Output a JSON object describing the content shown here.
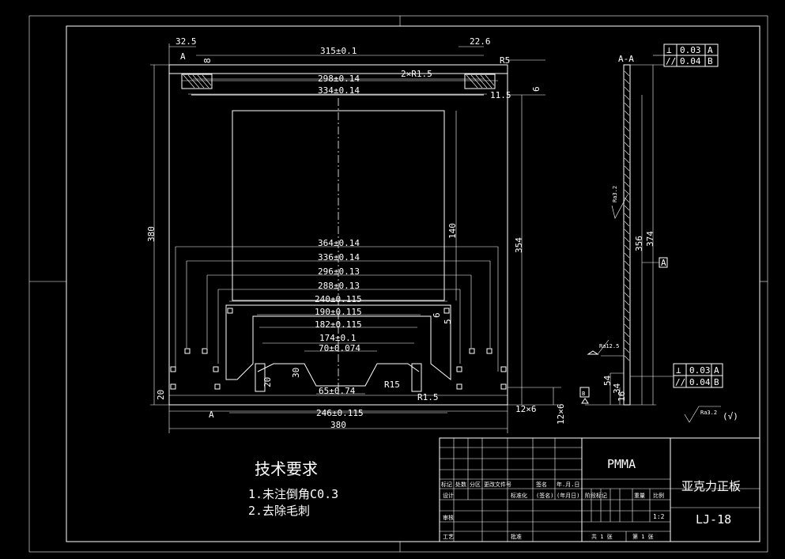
{
  "drawing": {
    "section_label": "A-A",
    "view_markers": {
      "a_top": "A",
      "a_bottom": "A",
      "datum_b": "B"
    },
    "top_dims": {
      "d1": "32.5",
      "d2": "315±0.1",
      "d3": "22.6",
      "d4": "8",
      "d5": "R5",
      "d6": "298±0.14",
      "d7": "2×R1.5",
      "d8": "334±0.14",
      "d9": "11.5",
      "d10": "6"
    },
    "vert_dims": {
      "h380": "380",
      "h140": "140",
      "h354": "354",
      "h20": "20",
      "h6": "6",
      "h5": "5",
      "h20b": "20",
      "h30": "30"
    },
    "inner_dims": [
      "364±0.14",
      "336±0.14",
      "296±0.13",
      "288±0.13",
      "240±0.115",
      "190±0.115",
      "182±0.115",
      "174±0.1",
      "70±0.074",
      "65±0.74"
    ],
    "bottom_dims": {
      "d246": "246±0.115",
      "d380": "380",
      "r15": "R15",
      "r15b": "R1.5",
      "hole": "12×6",
      "hole_v": "12×6"
    },
    "side_dims": {
      "h374": "374",
      "h356": "356",
      "h54": "54",
      "h34": "34",
      "h16": "16",
      "datum_a": "A"
    },
    "roughness": {
      "r1": "Ra3.2",
      "r2": "Ra12.5",
      "r3": "Ra3.2",
      "r3_suffix": "(√)"
    },
    "tolerance_top": [
      {
        "sym": "⊥",
        "val": "0.03",
        "ref": "A"
      },
      {
        "sym": "//",
        "val": "0.04",
        "ref": "B"
      }
    ],
    "tolerance_bottom": [
      {
        "sym": "⊥",
        "val": "0.03",
        "ref": "A"
      },
      {
        "sym": "//",
        "val": "0.04",
        "ref": "B"
      }
    ]
  },
  "notes": {
    "title": "技术要求",
    "items": [
      "1.未注倒角C0.3",
      "2.去除毛刺"
    ]
  },
  "title_block": {
    "material": "PMMA",
    "part_name": "亚克力正板",
    "drawing_no": "LJ-18",
    "scale": "1:2",
    "headers": [
      "标记",
      "处数",
      "分区",
      "更改文件号",
      "签名",
      "年.月.日"
    ],
    "row2": [
      "设计",
      "标准化",
      "(签名)",
      "(年月日)"
    ],
    "stage_headers": [
      "阶段标记",
      "重量",
      "比例"
    ],
    "row3": [
      "审核"
    ],
    "row4": [
      "工艺",
      "批准"
    ],
    "sheet": "共 1 张",
    "sheet_no": "第 1 张"
  }
}
